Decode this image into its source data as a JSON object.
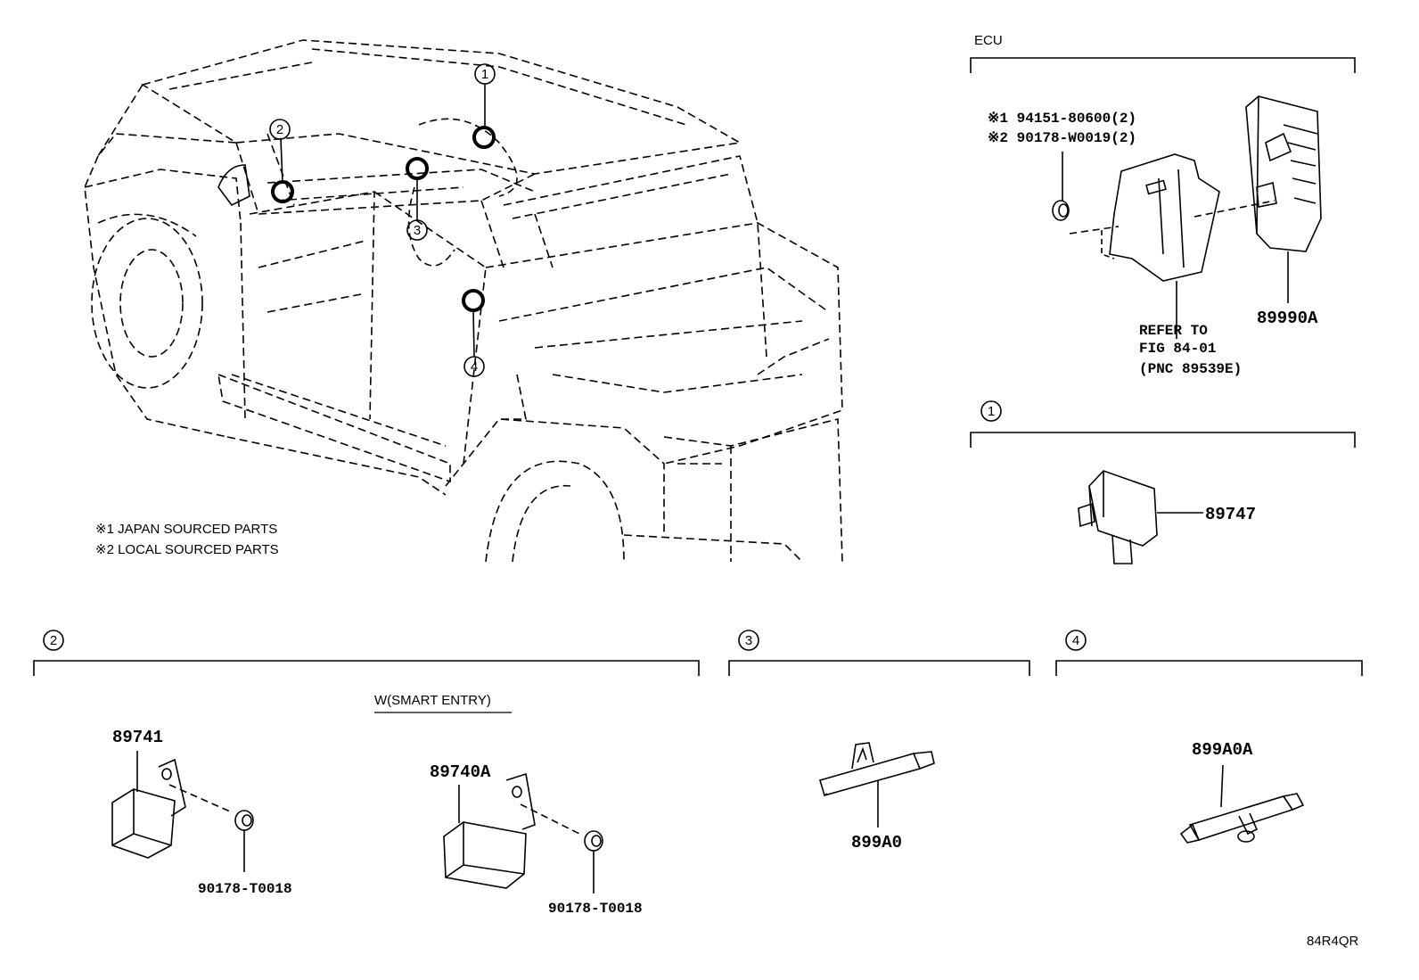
{
  "ecu": {
    "title": "ECU",
    "note_1": "※1 94151-80600(2)",
    "note_2": "※2 90178-W0019(2)",
    "part": "89990A",
    "refer_line1": "REFER TO",
    "refer_line2": "FIG 84-01",
    "refer_line3": "(PNC 89539E)"
  },
  "legend": {
    "line1": "※1 JAPAN SOURCED PARTS",
    "line2": "※2 LOCAL SOURCED PARTS"
  },
  "callouts": [
    "1",
    "2",
    "3",
    "4"
  ],
  "group1": {
    "part": "89747"
  },
  "group2": {
    "part_a": "89741",
    "bolt_a": "90178-T0018",
    "condition": "W(SMART ENTRY)",
    "part_b": "89740A",
    "bolt_b": "90178-T0018"
  },
  "group3": {
    "part": "899A0"
  },
  "group4": {
    "part": "899A0A"
  },
  "figure_code": "84R4QR"
}
